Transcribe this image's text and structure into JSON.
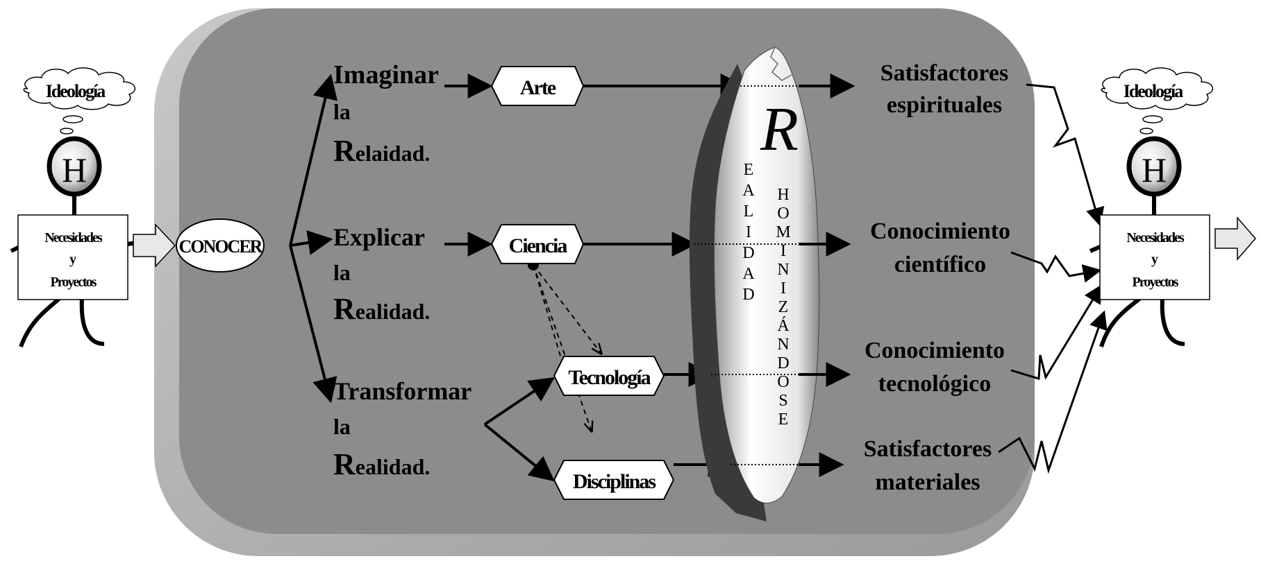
{
  "person_left": {
    "ideology": "Ideología",
    "head_letter": "H",
    "box_lines": [
      "Necesidades",
      "y",
      "Proyectos"
    ]
  },
  "person_right": {
    "ideology": "Ideología",
    "head_letter": "H",
    "box_lines": [
      "Necesidades",
      "y",
      "Proyectos"
    ]
  },
  "center": {
    "conocer": "CONOCER",
    "actions": [
      {
        "lines": [
          "Imaginar",
          "la"
        ],
        "capital": "R",
        "rest": "elaidad."
      },
      {
        "lines": [
          "Explicar",
          "la"
        ],
        "capital": "R",
        "rest": "ealidad."
      },
      {
        "lines": [
          "Transformar",
          "la"
        ],
        "capital": "R",
        "rest": "ealidad."
      }
    ],
    "boxes": {
      "arte": "Arte",
      "ciencia": "Ciencia",
      "tecnologia": "Tecnología",
      "disciplinas": "Disciplinas"
    },
    "rock": {
      "big_letter": "R",
      "col1": [
        "E",
        "A",
        "L",
        "I",
        "D",
        "A",
        "D"
      ],
      "col2": [
        "H",
        "O",
        "M",
        "I",
        "N",
        "I",
        "Z",
        "Á",
        "N",
        "D",
        "O",
        "S",
        "E"
      ]
    },
    "outcomes": [
      [
        "Satisfactores",
        "espirituales"
      ],
      [
        "Conocimiento",
        "científico"
      ],
      [
        "Conocimiento",
        "tecnológico"
      ],
      [
        "Satisfactores",
        "materiales"
      ]
    ]
  },
  "colors": {
    "panel": "#8c8c8c",
    "panel_edge": "#b4b4b4",
    "ink": "#000000",
    "box_fill": "#ffffff"
  }
}
